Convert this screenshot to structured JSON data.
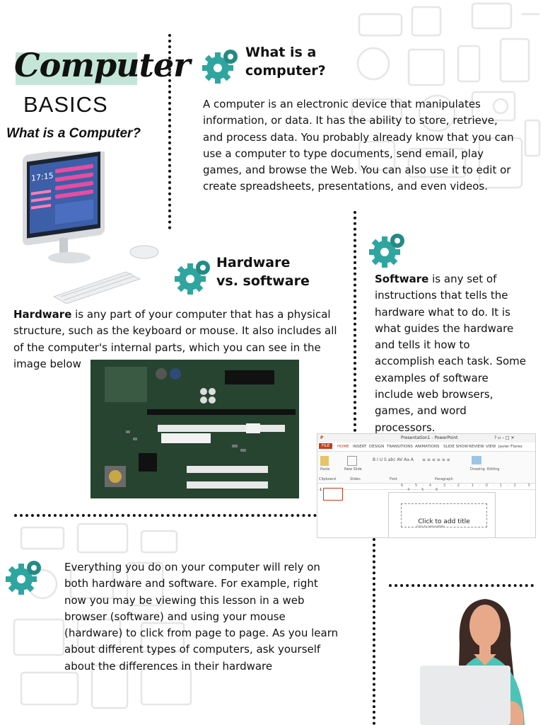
{
  "header": {
    "title_computer": "Computer",
    "title_basics": "BASICS",
    "subtitle": "What is a Computer?"
  },
  "section_what": {
    "heading_line1": "What is a",
    "heading_line2": "computer?",
    "body": "A computer is an electronic device that manipulates information, or data. It has the ability to store, retrieve, and process data. You probably already know that you can use a computer to type documents, send email, play games, and browse the Web. You can also use it to edit or create spreadsheets, presentations, and even videos."
  },
  "section_hw_sw": {
    "heading_line1": "Hardware",
    "heading_line2": "vs. software"
  },
  "section_hardware": {
    "bold": "Hardware",
    "body": " is any part of your computer that has a physical structure, such as the keyboard or mouse. It also includes all of the computer's internal parts, which you can see in the image below"
  },
  "section_software": {
    "bold": "Software",
    "body": " is any set of instructions that tells the hardware what to do. It is what guides the hardware and tells it how to accomplish each task. Some examples of software include web browsers, games, and word processors."
  },
  "section_everything": {
    "body": "Everything you do on your computer will rely on both hardware and software. For example, right now you may be viewing this lesson in a web browser (software) and using your mouse (hardware) to click from page to page. As you learn about different types of computers, ask yourself about the differences in their hardware"
  },
  "monitor_screen": {
    "clock": "17:15"
  },
  "ppt_screenshot": {
    "window_title": "Presentation1 - PowerPoint",
    "user": "Javier Flores",
    "tabs": [
      "FILE",
      "HOME",
      "INSERT",
      "DESIGN",
      "TRANSITIONS",
      "ANIMATIONS",
      "SLIDE SHOW",
      "REVIEW",
      "VIEW"
    ],
    "groups": [
      "Clipboard",
      "Slides",
      "Font",
      "Paragraph"
    ],
    "ribbon_buttons": [
      "Paste",
      "New Slide",
      "Drawing",
      "Editing"
    ],
    "ruler": "6 · 5 · 4 · 3 · 2 · 1 · 0 · 1 · 2 · 3 · 4 · 5 · 6",
    "slide_number": "1",
    "placeholder_title": "Click to add title",
    "placeholder_subtitle": "Click to add subtitle"
  },
  "colors": {
    "accent_teal": "#2fa5a0",
    "highlight_mint": "#c3e6d8",
    "ppt_orange": "#c43e1c",
    "woman_shirt": "#4cc3b6"
  },
  "icons": [
    "gear-cogs-icon",
    "computer-monitor-illustration",
    "motherboard-photo",
    "powerpoint-screenshot",
    "woman-laptop-illustration"
  ]
}
